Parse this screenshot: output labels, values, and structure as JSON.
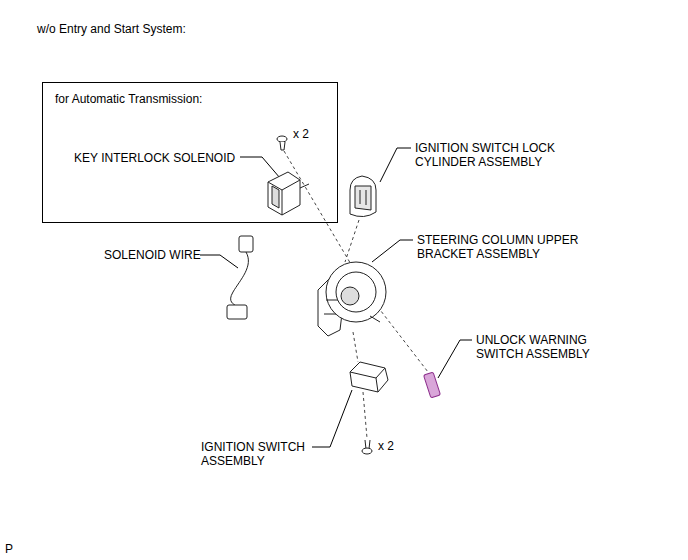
{
  "diagram": {
    "title": "w/o Entry and Start System:",
    "nodes": [
      {
        "text": [
          "for Automatic Transmission:"
        ]
      }
    ],
    "labels": [
      "KEY INTERLOCK SOLENOID",
      "x 2",
      "IGNITION SWITCH LOCK CYLINDER ASSEMBLY",
      "STEERING COLUMN UPPER BRACKET ASSEMBLY",
      "SOLENOID WIRE",
      "UNLOCK WARNING SWITCH ASSEMBLY",
      "IGNITION SWITCH ASSEMBLY",
      "x 2",
      "P"
    ]
  }
}
